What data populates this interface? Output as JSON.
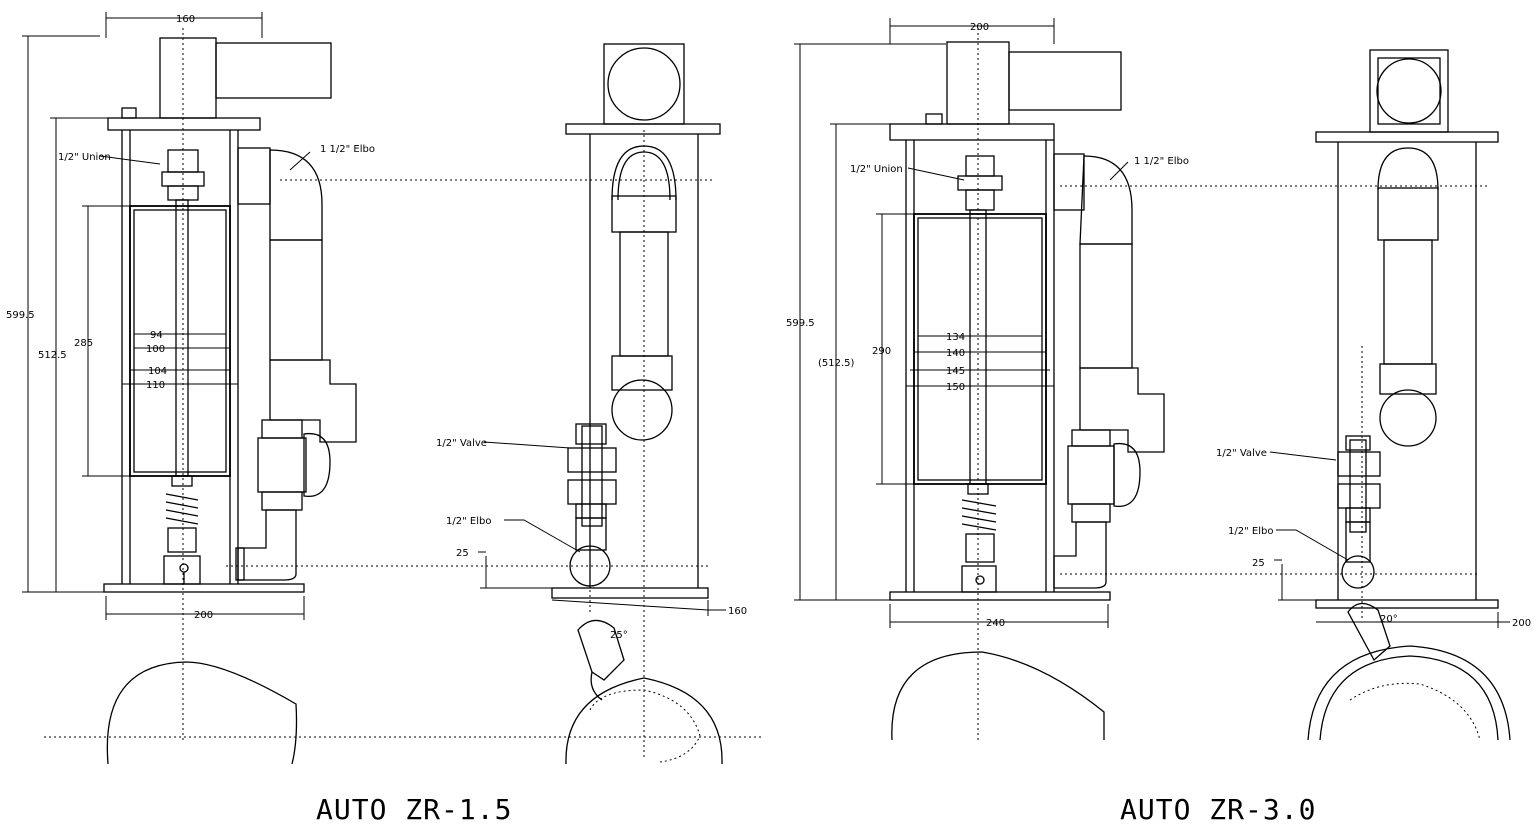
{
  "units": {
    "left": {
      "model": "AUTO ZR-1.5",
      "dims": {
        "top_width": "160",
        "height_total": "599.5",
        "height_frame": "512.5",
        "height_chamber": "285",
        "d1": "94",
        "d2": "100",
        "d3": "104",
        "d4": "110",
        "base_width": "200",
        "side_width": "160",
        "offset": "25",
        "angle": "25°"
      },
      "labels": {
        "union": "1/2\" Union",
        "elbo_big": "1 1/2\" Elbo",
        "valve": "1/2\" Valve",
        "elbo_small": "1/2\" Elbo"
      }
    },
    "right": {
      "model": "AUTO ZR-3.0",
      "dims": {
        "top_width": "200",
        "height_total": "599.5",
        "height_frame": "(512.5)",
        "height_chamber": "290",
        "d1": "134",
        "d2": "140",
        "d3": "145",
        "d4": "150",
        "base_width": "240",
        "side_width": "200",
        "offset": "25",
        "angle": "20°"
      },
      "labels": {
        "union": "1/2\" Union",
        "elbo_big": "1 1/2\" Elbo",
        "valve": "1/2\" Valve",
        "elbo_small": "1/2\" Elbo"
      }
    }
  }
}
